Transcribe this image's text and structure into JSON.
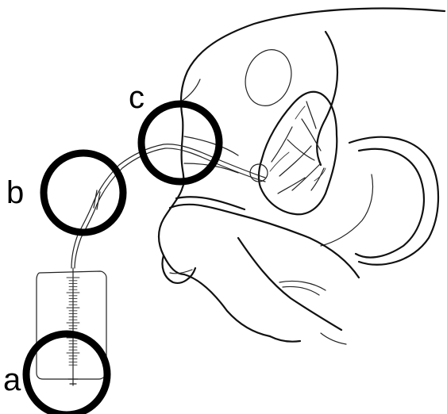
{
  "diagram": {
    "labels": {
      "a": "a",
      "b": "b",
      "c": "c"
    },
    "colors": {
      "ink": "#111111",
      "callout": "#000000",
      "background": "#ffffff"
    }
  }
}
